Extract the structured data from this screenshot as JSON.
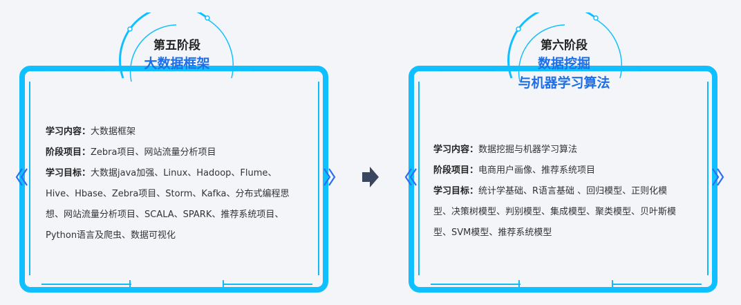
{
  "stage5": {
    "stage_label": "第五阶段",
    "title": "大数据框架",
    "content_label": "学习内容：",
    "content_value": "大数据框架",
    "project_label": "阶段项目：",
    "project_value": "Zebra项目、网站流量分析项目",
    "goal_label": "学习目标：",
    "goal_line1": "大数据java加强、Linux、Hadoop、Flume、",
    "goal_line2": "Hive、Hbase、Zebra项目、Storm、Kafka、分布式编程思",
    "goal_line3": "想、网站流量分析项目、SCALA、SPARK、推荐系统项目、",
    "goal_line4": "Python语言及爬虫、数据可视化"
  },
  "stage6": {
    "stage_label": "第六阶段",
    "title_line1": "数据挖掘",
    "title_line2": "与机器学习算法",
    "content_label": "学习内容：",
    "content_value": "数据挖掘与机器学习算法",
    "project_label": "阶段项目：",
    "project_value": "电商用户画像、推荐系统项目",
    "goal_label": "学习目标：",
    "goal_line1": "统计学基础、R语言基础 、回归模型、正则化模",
    "goal_line2": "型、决策树模型、判别模型、集成模型、聚类模型、贝叶斯模",
    "goal_line3": "型、SVM模型、推荐系统模型"
  },
  "colors": {
    "frame": "#10bfff",
    "title": "#1e6fe6",
    "arrow": "#3a4660"
  },
  "icons": {
    "nav": "double-chevron",
    "between": "right-arrow"
  }
}
